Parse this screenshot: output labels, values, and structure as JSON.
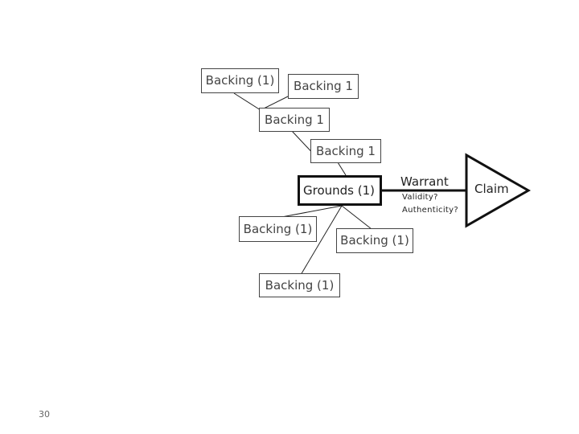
{
  "nodes": {
    "backing_top_left": "Backing (1)",
    "backing_top_right": "Backing 1",
    "backing_mid": "Backing 1",
    "backing_upper_grounds": "Backing 1",
    "grounds": "Grounds (1)",
    "backing_left": "Backing (1)",
    "backing_bottom": "Backing (1)",
    "backing_right": "Backing (1)"
  },
  "warrant": {
    "title": "Warrant",
    "questions": [
      "Validity?",
      "Authenticity?"
    ]
  },
  "claim": "Claim",
  "page_number": "30"
}
